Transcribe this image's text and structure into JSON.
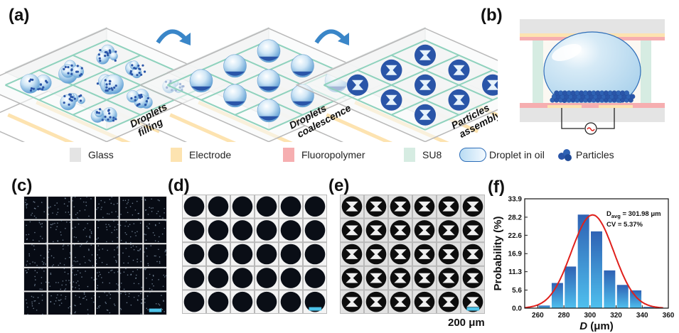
{
  "panels": {
    "a": {
      "label": "(a)",
      "steps": [
        {
          "line1": "Droplets",
          "line2": "filling"
        },
        {
          "line1": "Droplets",
          "line2": "coalescence"
        },
        {
          "line1": "Particles",
          "line2": "assembly"
        }
      ]
    },
    "b": {
      "label": "(b)"
    },
    "c": {
      "label": "(c)",
      "rows": 5,
      "cols": 6
    },
    "d": {
      "label": "(d)",
      "rows": 5,
      "cols": 6
    },
    "e": {
      "label": "(e)",
      "rows": 5,
      "cols": 6,
      "scale_bar": "200 μm"
    },
    "f": {
      "label": "(f)"
    }
  },
  "legend": [
    {
      "label": "Glass",
      "color": "#e4e4e4",
      "icon": "glass-swatch"
    },
    {
      "label": "Electrode",
      "color": "#fde3b0",
      "icon": "electrode-swatch"
    },
    {
      "label": "Fluoropolymer",
      "color": "#f6aeb0",
      "icon": "fluoropolymer-swatch"
    },
    {
      "label": "SU8",
      "color": "#d6ece2",
      "icon": "su8-swatch"
    },
    {
      "label": "Droplet in oil",
      "color": "#cfe6f4",
      "icon": "droplet-icon"
    },
    {
      "label": "Particles",
      "color": "#2a5bb0",
      "icon": "particles-icon"
    }
  ],
  "colors": {
    "glass": "#e4e4e4",
    "electrode": "#fde3b0",
    "fluoropolymer": "#f6aeb0",
    "su8": "#d6ece2",
    "droplet": "#bcdcf0",
    "particle": "#2a55a8",
    "arrow": "#3a86c8",
    "scale_bar": "#4ec4ea",
    "fit_curve": "#e0201c",
    "bar_top": "#2f62b4",
    "bar_bottom": "#4fc0ee"
  },
  "chart_data": {
    "type": "bar",
    "title": "",
    "xlabel": "D (μm)",
    "xlabel_italic": "D",
    "xlabel_unit": " (μm)",
    "ylabel": "Probability (%)",
    "xlim": [
      250,
      360
    ],
    "ylim": [
      0,
      33.9
    ],
    "xticks": [
      260,
      280,
      300,
      320,
      340,
      360
    ],
    "yticks": [
      0.0,
      5.6,
      11.3,
      16.9,
      22.6,
      28.2,
      33.9
    ],
    "ytick_labels": [
      "0.0",
      "5.6",
      "11.3",
      "16.9",
      "22.6",
      "28.2",
      "33.9"
    ],
    "bin_width": 10,
    "categories": [
      265,
      275,
      285,
      295,
      305,
      315,
      325,
      335,
      345
    ],
    "values": [
      0.8,
      7.8,
      12.9,
      29.0,
      23.8,
      11.7,
      7.2,
      5.5,
      0.4
    ],
    "fit": {
      "type": "gaussian",
      "mean": 301.98,
      "cv_percent": 5.37,
      "peak": 28.9
    },
    "annotation": {
      "davg_label": "D",
      "davg_sub": "avg",
      "davg_value": " = 301.98 μm",
      "cv": "CV = 5.37%"
    },
    "grid": false,
    "legend": "none"
  }
}
